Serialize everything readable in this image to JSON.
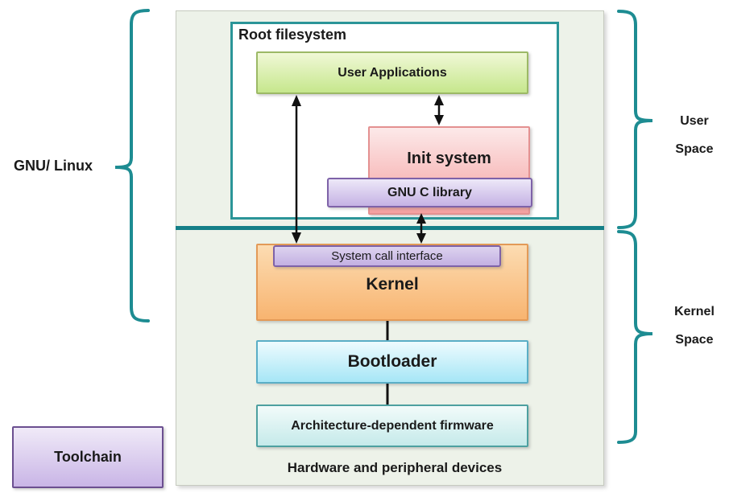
{
  "labels": {
    "gnu_linux": "GNU/ Linux",
    "user_space": [
      "User",
      "Space"
    ],
    "kernel_space": [
      "Kernel",
      "Space"
    ],
    "root_filesystem": "Root filesystem",
    "user_applications": "User Applications",
    "init_system": "Init system",
    "gnu_c_library": "GNU C library",
    "system_call_interface": "System call interface",
    "kernel": "Kernel",
    "bootloader": "Bootloader",
    "architecture_dependent_firmware": "Architecture-dependent firmware",
    "hardware_and_peripheral_devices": "Hardware and peripheral devices",
    "toolchain": "Toolchain"
  },
  "colors": {
    "accent_teal": "#1d8c92",
    "separator_teal": "#157f87",
    "container_fill": "#edf2e9",
    "root_filesystem_border": "#2b9598",
    "user_applications_fill": "#c6e78d",
    "user_applications_border": "#9cb966",
    "init_system_fill": "#f5a0a0",
    "init_system_border": "#e49191",
    "purple_fill": "#c5b2e4",
    "purple_border": "#7e62a8",
    "kernel_fill": "#f8b470",
    "kernel_border": "#e39a57",
    "bootloader_fill": "#a6e6f6",
    "bootloader_border": "#5aaec6",
    "firmware_fill": "#c5eaea",
    "firmware_border": "#4da0a0",
    "arrow_black": "#111111"
  }
}
